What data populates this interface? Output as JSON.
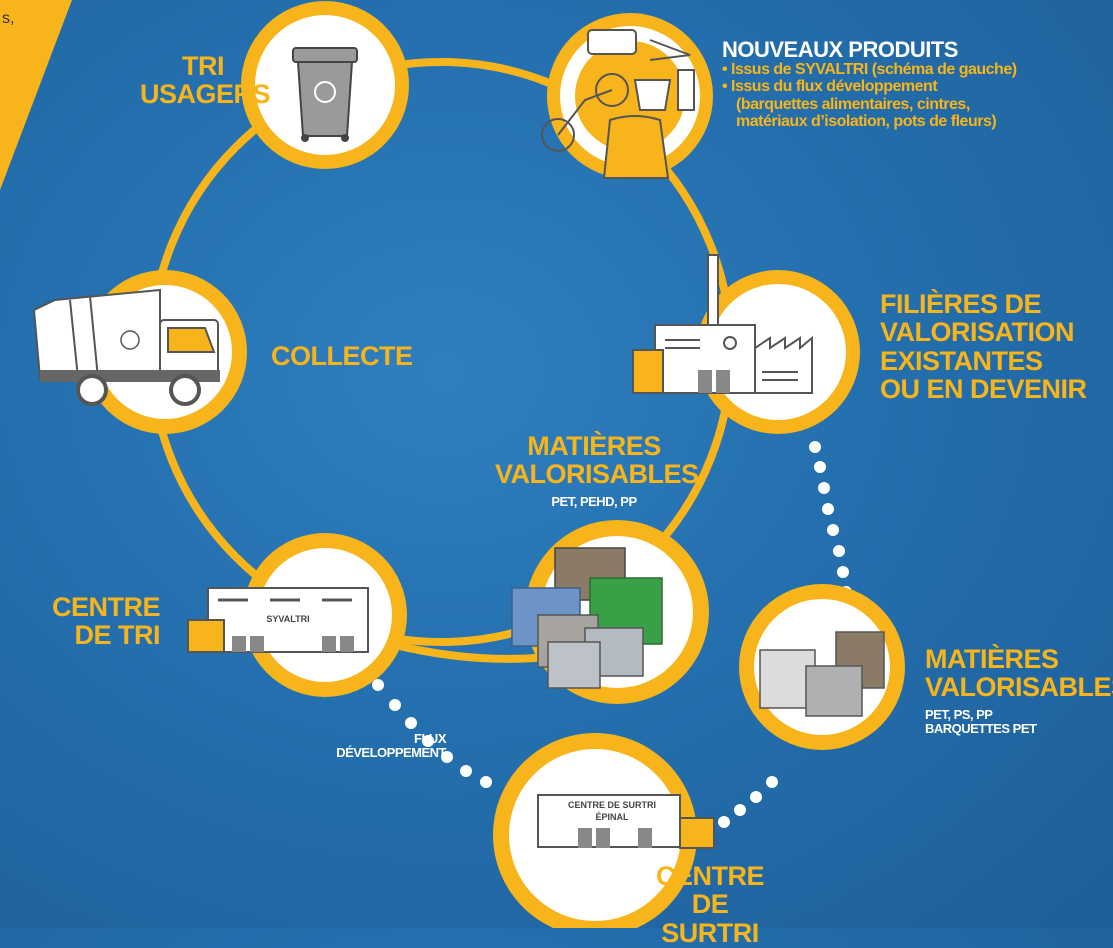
{
  "colors": {
    "background": "#246fae",
    "accent": "#f7b51b",
    "circle_fill": "#ffffff",
    "icon_stroke": "#555555"
  },
  "corner": {
    "text": "s,"
  },
  "nodes": {
    "tri_usagers": {
      "line1": "TRI",
      "line2": "USAGERS",
      "icon": "recycling-bin-icon"
    },
    "collecte": {
      "label": "COLLECTE",
      "icon": "garbage-truck-icon"
    },
    "centre_tri": {
      "line1": "CENTRE",
      "line2": "DE TRI",
      "building_label": "SYVALTRI",
      "icon": "sorting-center-building-icon"
    },
    "matieres_1": {
      "line1": "MATIÈRES",
      "line2": "VALORISABLES",
      "sub": "PET, PEHD, PP",
      "icon": "plastic-bales-icon"
    },
    "filieres": {
      "line1": "FILIÈRES DE",
      "line2": "VALORISATION",
      "line3": "EXISTANTES",
      "line4": "OU EN DEVENIR",
      "icon": "factory-icon"
    },
    "nouveaux_produits": {
      "title": "NOUVEAUX PRODUITS",
      "item1": "• Issus de SYVALTRI (schéma de gauche)",
      "item2": "• Issus du flux développement",
      "item3": "(barquettes alimentaires, cintres,",
      "item4": "matériaux d’isolation, pots de fleurs)",
      "icon": "recycled-products-icon"
    },
    "matieres_2": {
      "line1": "MATIÈRES",
      "line2": "VALORISABLES",
      "sub1": "PET, PS, PP",
      "sub2": "BARQUETTES PET",
      "icon": "plastic-bales-icon"
    },
    "centre_surtri": {
      "line1": "CENTRE",
      "line2": "DE SURTRI",
      "building_line1": "CENTRE DE SURTRI",
      "building_line2": "ÉPINAL",
      "icon": "surtri-building-icon"
    }
  },
  "flux": {
    "line1": "FLUX",
    "line2": "DÉVELOPPEMENT"
  }
}
